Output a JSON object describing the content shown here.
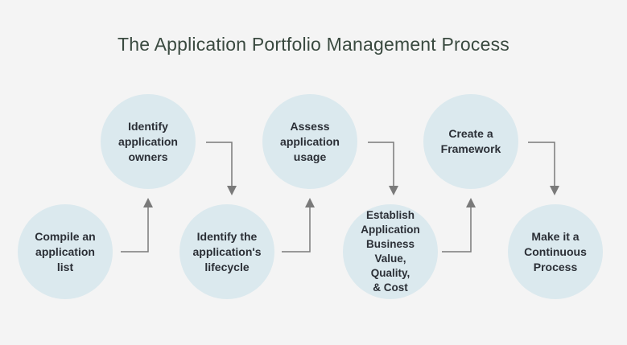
{
  "title": "The Application Portfolio Management Process",
  "colors": {
    "background": "#f4f4f4",
    "circle_fill": "#dbe9ee",
    "arrow": "#7a7a7a",
    "text": "#2b2f36",
    "title": "#3a4a40"
  },
  "steps": [
    {
      "label": "Compile an\napplication\nlist"
    },
    {
      "label": "Identify\napplication\nowners"
    },
    {
      "label": "Identify the\napplication's\nlifecycle"
    },
    {
      "label": "Assess\napplication\nusage"
    },
    {
      "label": "Establish\nApplication\nBusiness Value,\nQuality,\n& Cost"
    },
    {
      "label": "Create a\nFramework"
    },
    {
      "label": "Make it a\nContinuous\nProcess"
    }
  ]
}
